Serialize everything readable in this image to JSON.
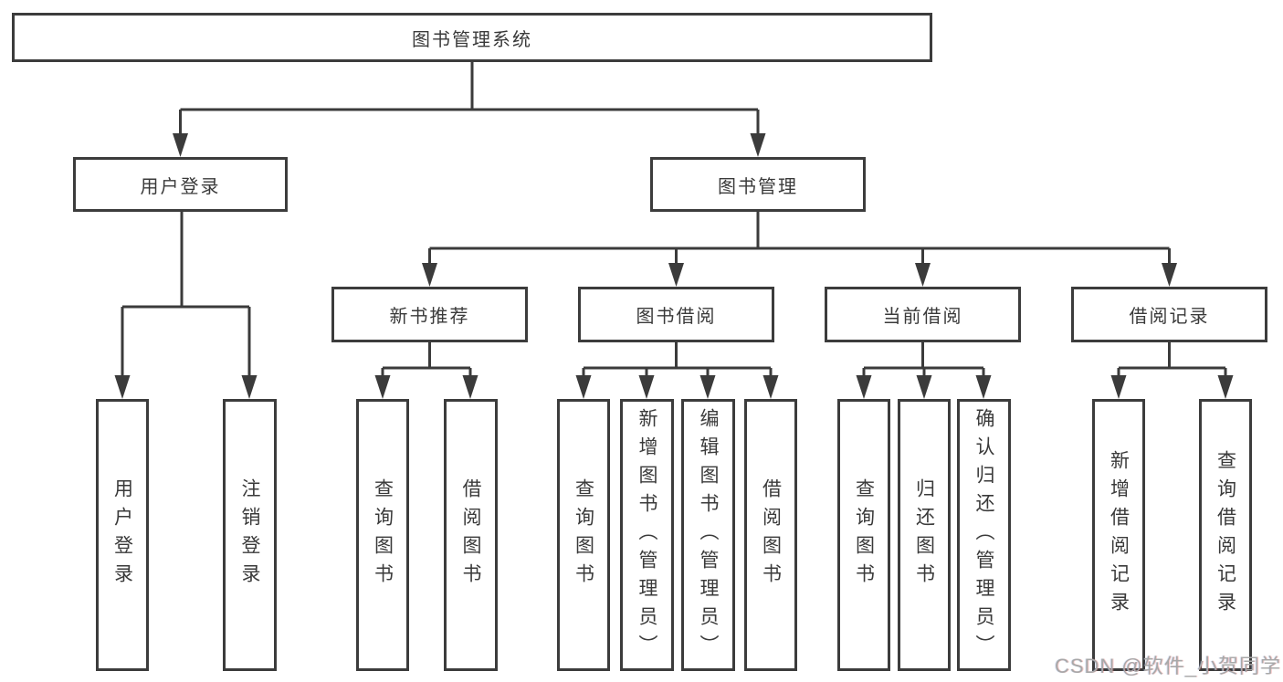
{
  "tree": {
    "label": "图书管理系统",
    "children": [
      {
        "label": "用户登录",
        "children": [
          {
            "label": "用户登录"
          },
          {
            "label": "注销登录"
          }
        ]
      },
      {
        "label": "图书管理",
        "children": [
          {
            "label": "新书推荐",
            "children": [
              {
                "label": "查询图书"
              },
              {
                "label": "借阅图书"
              }
            ]
          },
          {
            "label": "图书借阅",
            "children": [
              {
                "label": "查询图书"
              },
              {
                "label": "新增图书（管理员）"
              },
              {
                "label": "编辑图书（管理员）"
              },
              {
                "label": "借阅图书"
              }
            ]
          },
          {
            "label": "当前借阅",
            "children": [
              {
                "label": "查询图书"
              },
              {
                "label": "归还图书"
              },
              {
                "label": "确认归还（管理员）"
              }
            ]
          },
          {
            "label": "借阅记录",
            "children": [
              {
                "label": "新增借阅记录"
              },
              {
                "label": "查询借阅记录"
              }
            ]
          }
        ]
      }
    ]
  },
  "watermark": {
    "text": "CSDN @软件_小贺同学"
  },
  "colors": {
    "line": "#3b3b3b",
    "box_border": "#3c3c3c",
    "box_background": "#ffffff",
    "text": "#3a3a3a",
    "watermark_text": "#a8a8a8"
  }
}
